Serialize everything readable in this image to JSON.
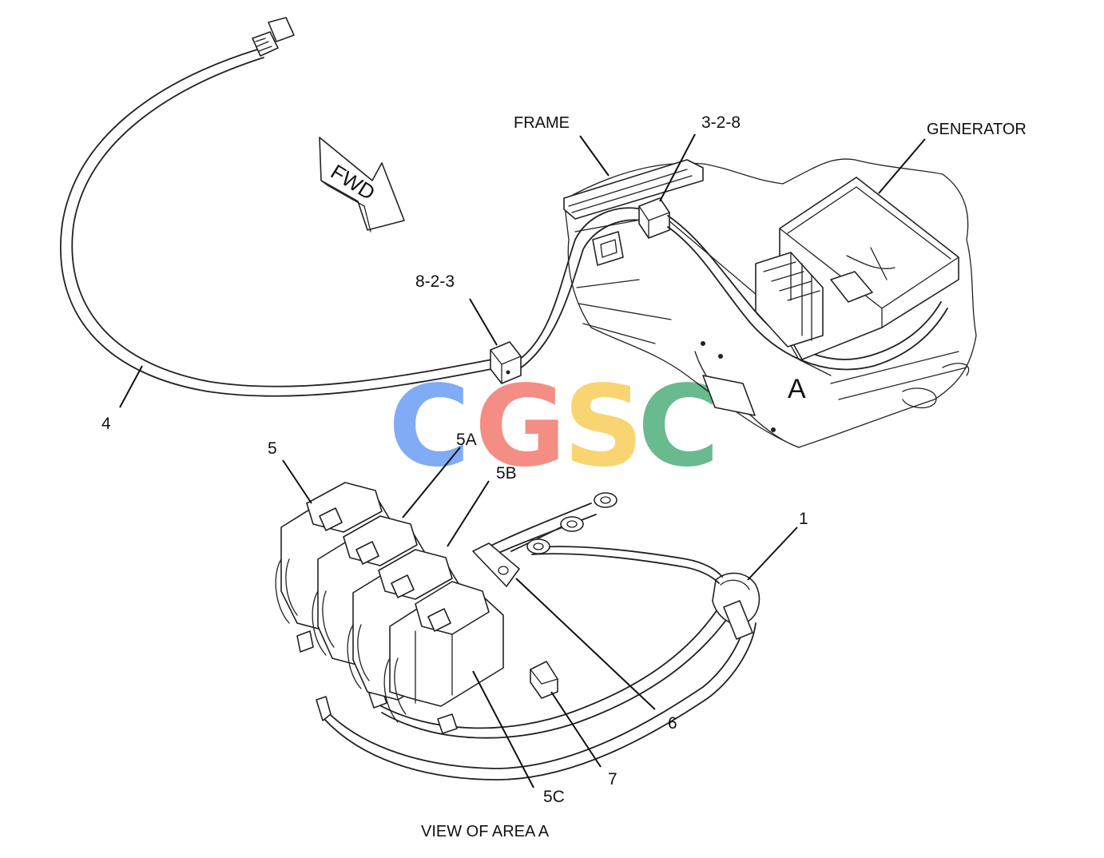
{
  "labels": {
    "frame": "FRAME",
    "generator": "GENERATOR",
    "ref_328": "3-2-8",
    "ref_823": "8-2-3",
    "item_4": "4",
    "item_5": "5",
    "item_5a": "5A",
    "item_5b": "5B",
    "item_5c": "5C",
    "item_1": "1",
    "item_6": "6",
    "item_7": "7",
    "area_marker": "A",
    "fwd_arrow": "FWD",
    "view_caption": "VIEW OF AREA A"
  },
  "watermark": {
    "letters": [
      "C",
      "G",
      "S",
      "C"
    ],
    "colors": [
      "#7aa7f5",
      "#f4877d",
      "#f8d36a",
      "#62b788"
    ]
  }
}
